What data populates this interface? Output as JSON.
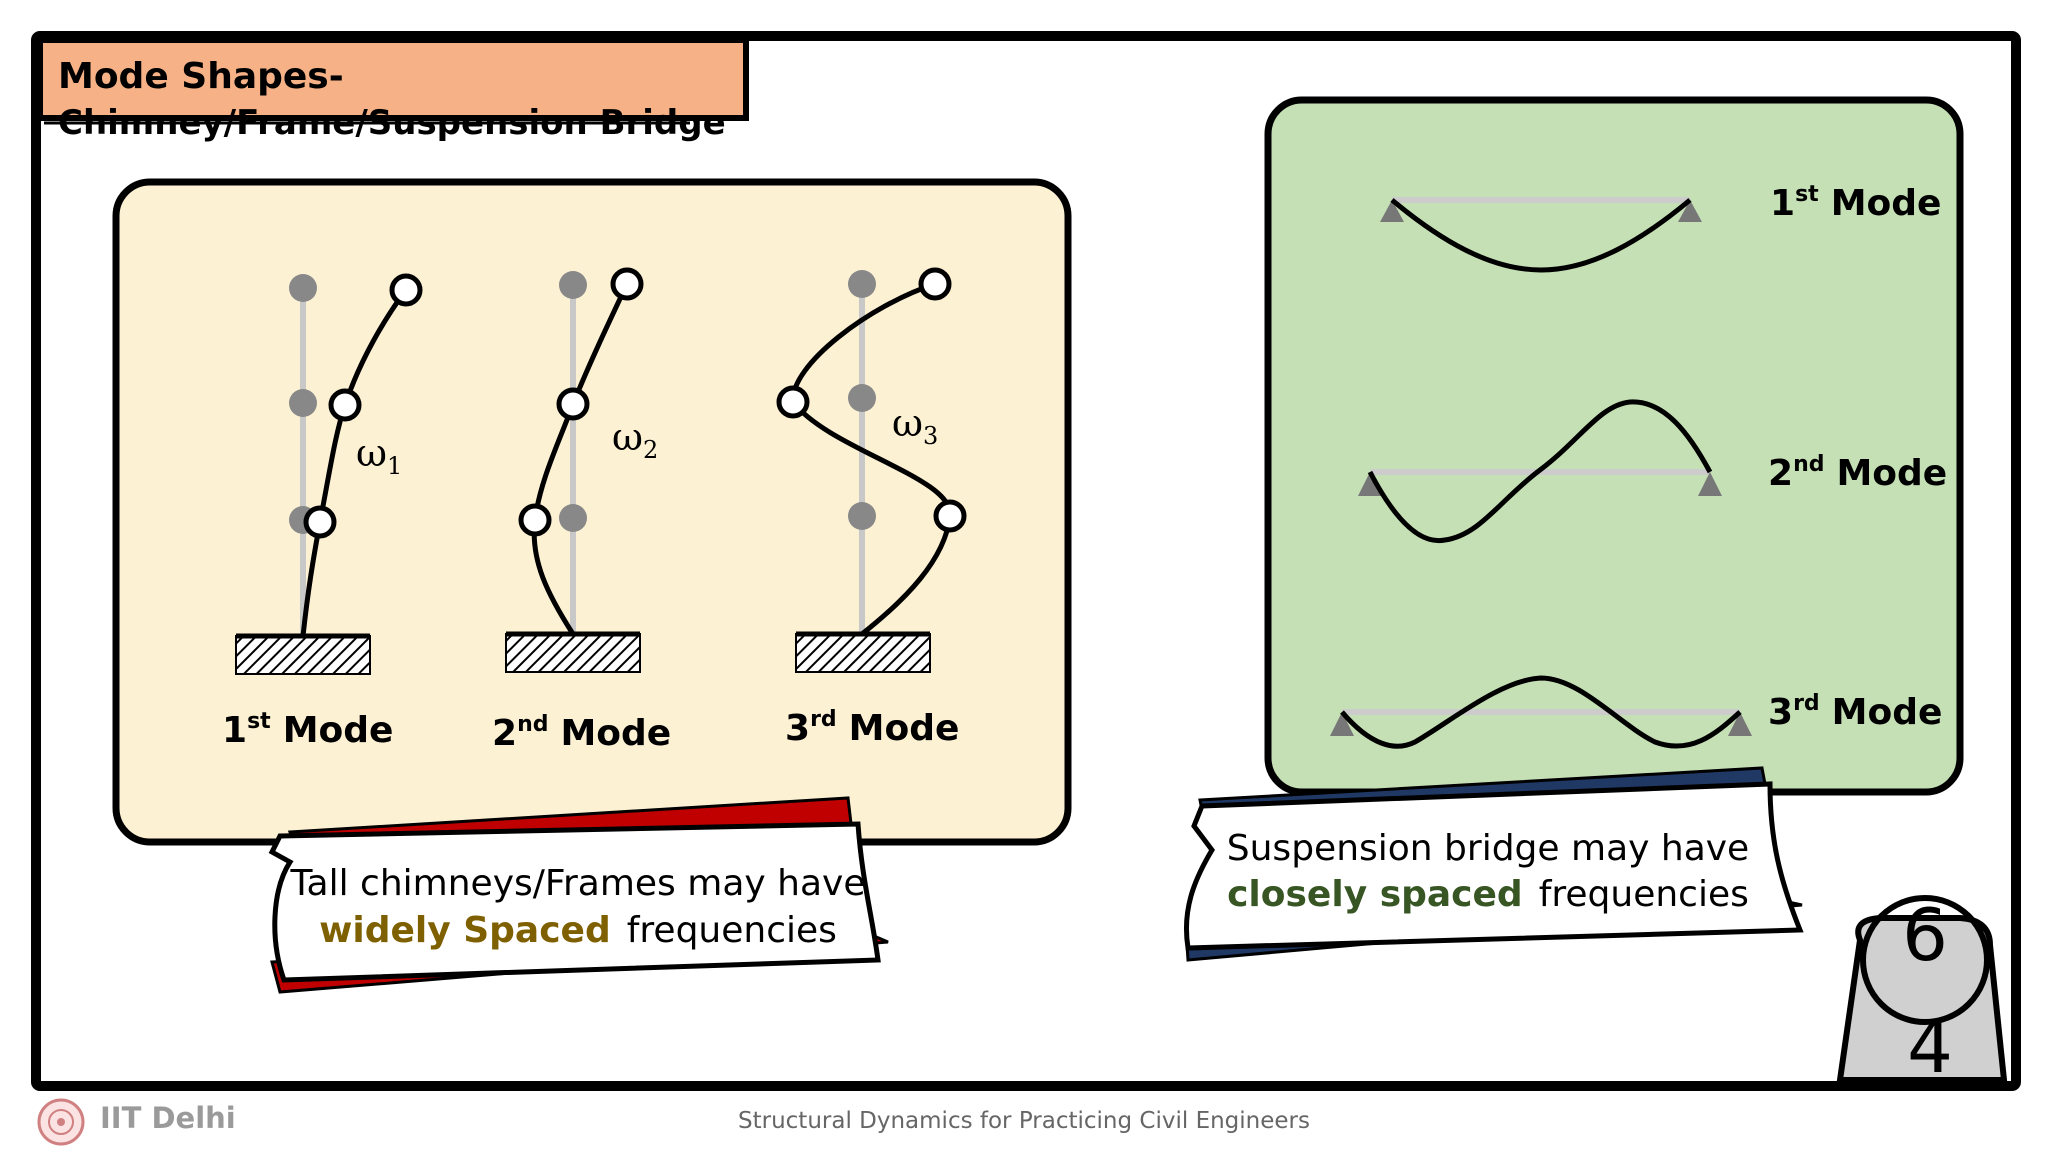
{
  "slide": {
    "title_line1": "Mode Shapes-",
    "title_line2": "Chimney/Frame/Suspension Bridge",
    "page_number_top": "6",
    "page_number_bottom": "4"
  },
  "chimney_panel": {
    "modes": [
      {
        "num": "1",
        "sup": "st",
        "word": "Mode",
        "omega": "ω",
        "omega_sub": "1"
      },
      {
        "num": "2",
        "sup": "nd",
        "word": "Mode",
        "omega": "ω",
        "omega_sub": "2"
      },
      {
        "num": "3",
        "sup": "rd",
        "word": "Mode",
        "omega": "ω",
        "omega_sub": "3"
      }
    ],
    "banner_line1": "Tall chimneys/Frames may have",
    "banner_line2_highlight": "widely Spaced",
    "banner_line2_rest": "frequencies"
  },
  "bridge_panel": {
    "modes": [
      {
        "num": "1",
        "sup": "st",
        "word": "Mode"
      },
      {
        "num": "2",
        "sup": "nd",
        "word": "Mode"
      },
      {
        "num": "3",
        "sup": "rd",
        "word": "Mode"
      }
    ],
    "banner_line1": "Suspension bridge may have",
    "banner_line2_highlight": "closely spaced",
    "banner_line2_rest": "frequencies"
  },
  "footer": {
    "brand": "IIT Delhi",
    "course_title": "Structural Dynamics for Practicing Civil Engineers"
  },
  "colors": {
    "title_bg": "#f6b286",
    "chimney_panel_bg": "#fdf1d4",
    "bridge_panel_bg": "#c6e0b6",
    "widely_spaced": "#7f6000",
    "closely_spaced": "#375623",
    "ribbon_red": "#c00000",
    "ribbon_navy": "#1f3864"
  }
}
